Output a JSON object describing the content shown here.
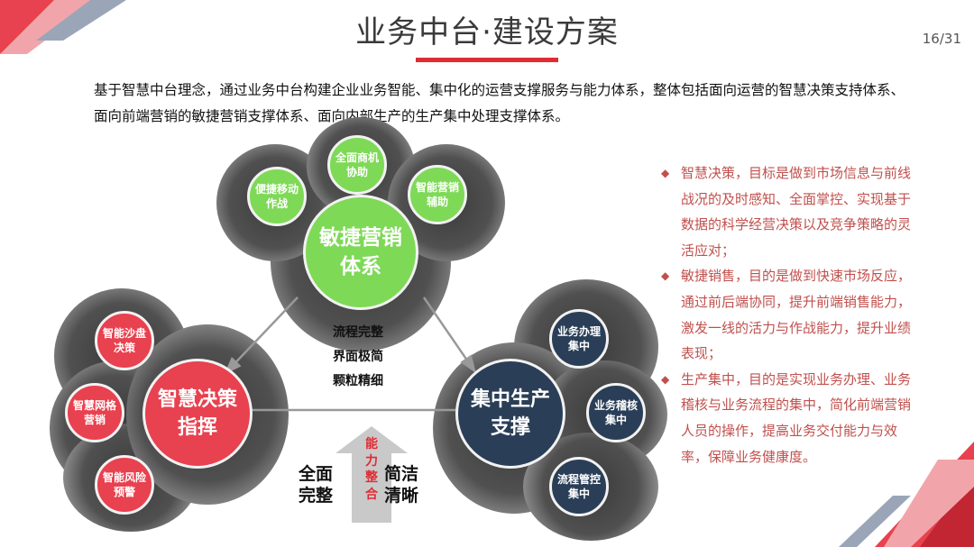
{
  "title": "业务中台·建设方案",
  "page_number": "16/31",
  "intro": "基于智慧中台理念，通过业务中台构建企业业务智能、集中化的运营支撑服务与能力体系，整体包括面向运营的智慧决策支持体系、面向前端营销的敏捷营销支撑体系、面向内部生产的生产集中处理支撑体系。",
  "top": {
    "main": "敏捷营销体系",
    "sub": [
      "便捷移动作战",
      "全面商机协助",
      "智能营销辅助"
    ]
  },
  "left": {
    "main": "智慧决策指挥",
    "sub": [
      "智能沙盘决策",
      "智慧网格营销",
      "智能风险预警"
    ]
  },
  "right": {
    "main": "集中生产支撑",
    "sub": [
      "业务办理集中",
      "业务稽核集中",
      "流程管控集中"
    ]
  },
  "center_lines": [
    "流程完整",
    "界面极简",
    "颗粒精细"
  ],
  "bottom_left": [
    "全面",
    "完整"
  ],
  "bottom_right": [
    "简洁",
    "清晰"
  ],
  "arrow_text": [
    "能",
    "力",
    "整",
    "合"
  ],
  "bullets": [
    "智慧决策，目标是做到市场信息与前线战况的及时感知、全面掌控、实现基于数据的科学经营决策以及竞争策略的灵活应对；",
    "敏捷销售，目的是做到快速市场反应，通过前后端协同，提升前端销售能力，激发一线的活力与作战能力，提升业绩表现；",
    "生产集中，目的是实现业务办理、业务稽核与业务流程的集中，简化前端营销人员的操作，提高业务交付能力与效率，保障业务健康度。"
  ],
  "colors": {
    "accent_red": "#e02b35",
    "green": "#7ed957",
    "red": "#e8414f",
    "navy": "#2a3e57",
    "bullet_text": "#c0504d"
  }
}
